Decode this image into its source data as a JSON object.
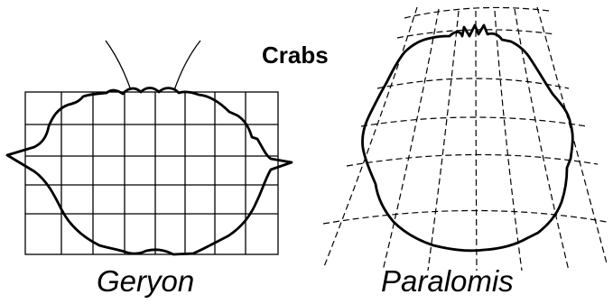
{
  "title": "Crabs",
  "labels": {
    "left": "Geryon",
    "right": "Paralomis"
  },
  "colors": {
    "background": "#ffffff",
    "ink": "#000000"
  }
}
